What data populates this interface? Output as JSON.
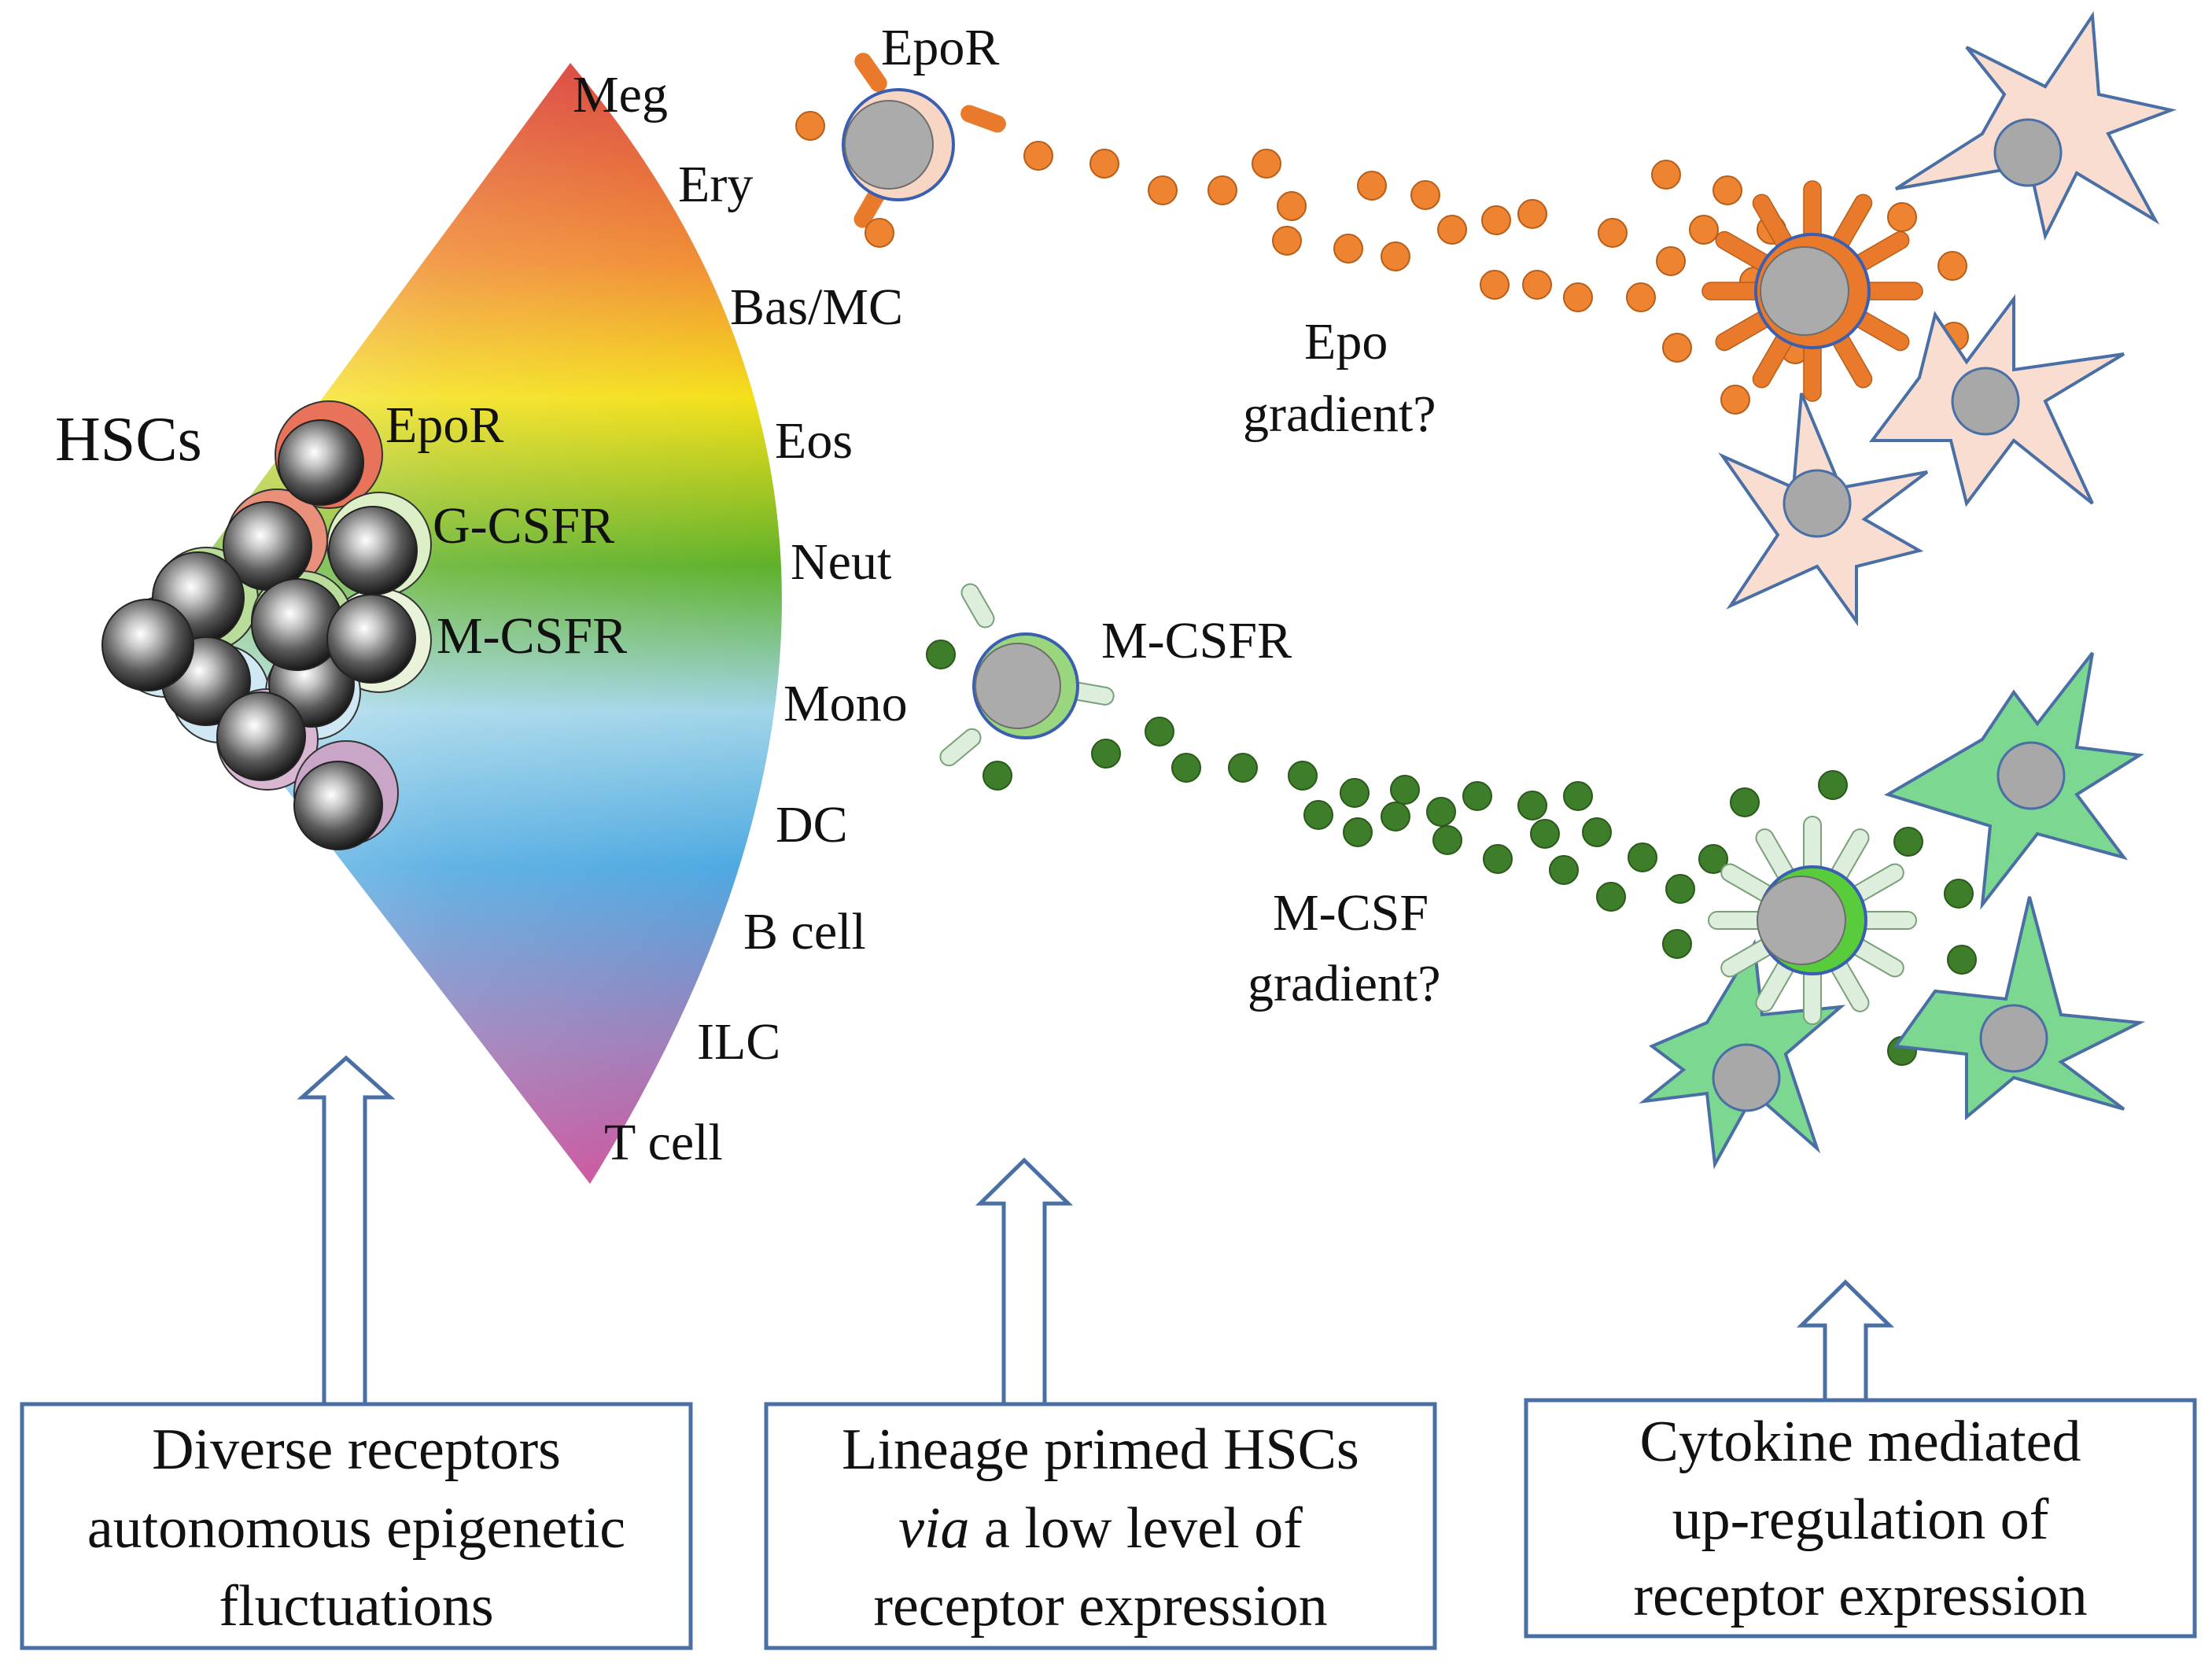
{
  "hsc_label": "HSCs",
  "lineages": [
    "Meg",
    "Ery",
    "Bas/MC",
    "Eos",
    "Neut",
    "Mono",
    "DC",
    "B cell",
    "ILC",
    "T cell"
  ],
  "hsc_receptor_labels": {
    "epor": "EpoR",
    "gcsfr": "G-CSFR",
    "mcsfr": "M-CSFR"
  },
  "top_pathway": {
    "receptor": "EpoR",
    "gradient_line1": "Epo",
    "gradient_line2": "gradient?"
  },
  "bottom_pathway": {
    "receptor": "M-CSFR",
    "gradient_line1": "M-CSF",
    "gradient_line2": "gradient?"
  },
  "boxes": [
    {
      "lines": [
        "Diverse receptors",
        "autonomous epigenetic",
        "fluctuations"
      ]
    },
    {
      "lines": [
        "Lineage primed HSCs",
        "via",
        " a low level of",
        "receptor expression"
      ]
    },
    {
      "lines": [
        "Cytokine mediated",
        "up-regulation of",
        "receptor expression"
      ]
    }
  ],
  "colors": {
    "epo_dot": "#EE8432",
    "epo_receptor": "#E97A2C",
    "mcsf_dot": "#3E7D2A",
    "mcsf_receptor": "#DDEFDC",
    "ery_cell": "#F8DDD0",
    "macro_cell": "#7CD891",
    "cell_outline": "#4A6FA5",
    "nucleus": "#A8A8A8"
  }
}
